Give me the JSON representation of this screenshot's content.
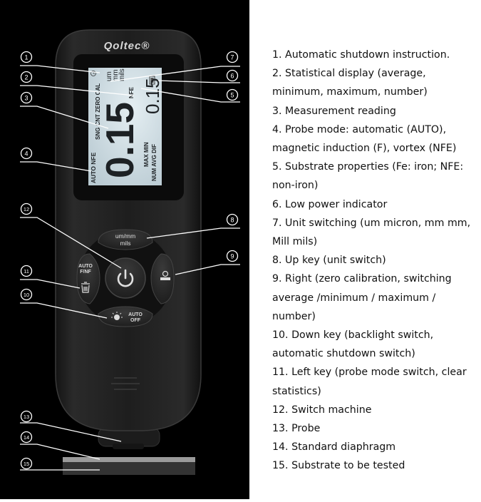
{
  "device": {
    "brand": "Qoltec®",
    "lcd": {
      "mode_label": "AUTO NFE",
      "stat_label": "SNG CNT ZERO CAL",
      "units": [
        "um",
        "mm",
        "mils"
      ],
      "substrate": "NFE",
      "main_reading": "0.15",
      "secondary_reading": "0.15",
      "stats_row1": "MAX MIN",
      "stats_row2": "NUM AVG DIF"
    },
    "buttons": {
      "up_line1": "um/mm",
      "up_line2": "mils",
      "left_line1": "AUTO",
      "left_line2": "F/NF",
      "down_line1": "AUTO",
      "down_line2": "OFF"
    },
    "icons": [
      "clock-icon",
      "battery-icon",
      "power-icon",
      "trash-icon",
      "zero-calibration-icon",
      "backlight-bulb-icon"
    ]
  },
  "callouts": [
    "1",
    "2",
    "3",
    "4",
    "5",
    "6",
    "7",
    "8",
    "9",
    "10",
    "11",
    "12",
    "13",
    "14",
    "15"
  ],
  "legend": [
    "1. Automatic shutdown instruction.",
    "2. Statistical display (average, minimum, maximum, number)",
    "3. Measurement reading",
    "4. Probe mode: automatic (AUTO), magnetic induction (F), vortex (NFE)",
    "5. Substrate properties (Fe: iron; NFE: non-iron)",
    "6. Low power indicator",
    "7. Unit switching (um micron, mm mm, Mill mils)",
    "8. Up key (unit switch)",
    "9. Right (zero calibration, switching average /minimum / maximum / number)",
    "10. Down key (backlight switch, automatic shutdown switch)",
    "11. Left key (probe mode switch, clear statistics)",
    "12. Switch machine",
    "13. Probe",
    "14. Standard diaphragm",
    "15. Substrate to be tested"
  ]
}
